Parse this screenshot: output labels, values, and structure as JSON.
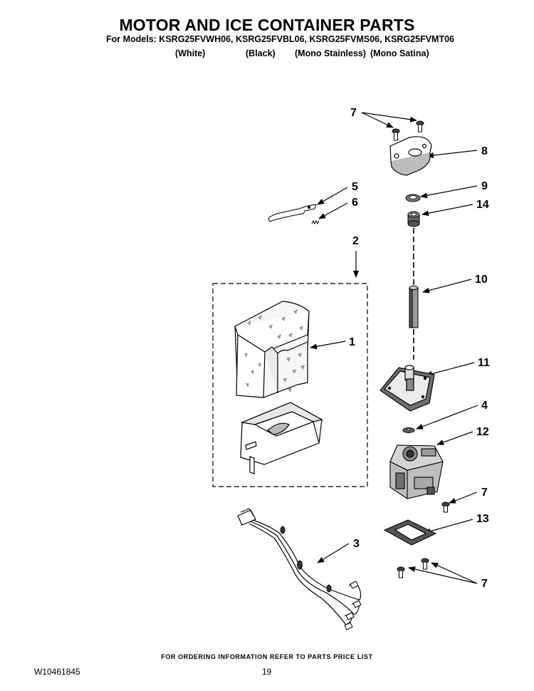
{
  "header": {
    "title": "MOTOR AND ICE CONTAINER PARTS",
    "models_line": "For Models: KSRG25FVWH06, KSRG25FVBL06, KSRG25FVMS06, KSRG25FVMT06",
    "variants": [
      "(White)",
      "(Black)",
      "(Mono Stainless)",
      "(Mono Satina)"
    ]
  },
  "callouts": {
    "screw_top": "7",
    "bracket": "8",
    "washer": "9",
    "bushing": "14",
    "lever": "5",
    "spring": "6",
    "container_assembly": "2",
    "container": "1",
    "shaft": "10",
    "motor_cover": "11",
    "small_washer": "4",
    "motor": "12",
    "screw_motor": "7",
    "gasket": "13",
    "screws_bottom": "7",
    "wire_harness": "3"
  },
  "footer": {
    "note": "FOR ORDERING INFORMATION REFER TO PARTS PRICE LIST",
    "doc_number": "W10461845",
    "page_number": "19"
  }
}
